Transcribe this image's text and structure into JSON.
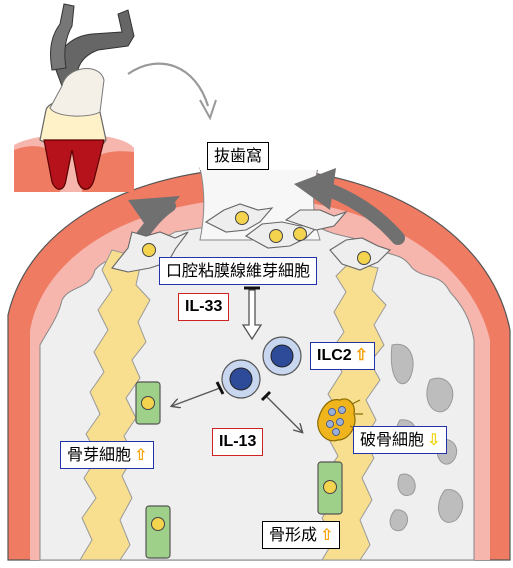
{
  "labels": {
    "socket": "抜歯窩",
    "fibroblast": "口腔粘膜線維芽細胞",
    "il33": "IL-33",
    "ilc2": "ILC2",
    "il13": "IL-13",
    "osteoblast": "骨芽細胞",
    "osteoclast": "破骨細胞",
    "bone_formation": "骨形成"
  },
  "indicators": {
    "up": "⇧",
    "down": "⇩",
    "up_color": "#f5a000",
    "down_color": "#f0d000"
  },
  "colors": {
    "gum": "#ef7b62",
    "gum_inner": "#f6b5ad",
    "bone": "#f7df8f",
    "marrow": "#efefef",
    "osteoblast_cell": "#9fd08a",
    "ilc2_cell": "#8fa9d6",
    "ilc2_nucleus": "#2e4b9a",
    "osteoclast_cell": "#f0b41c",
    "arrow_gray": "#707070"
  }
}
